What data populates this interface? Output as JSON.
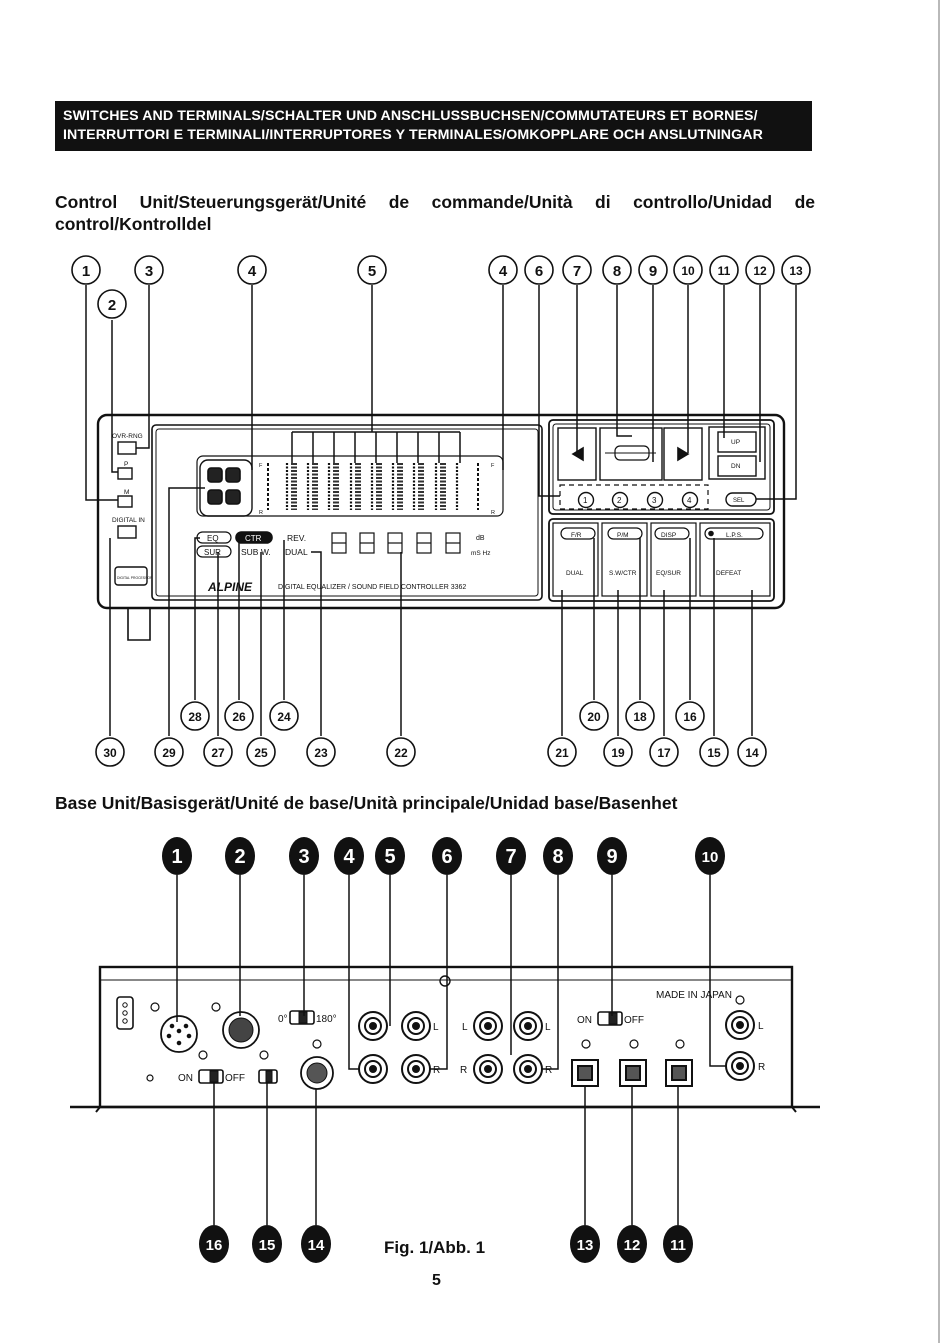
{
  "header": {
    "line1": "SWITCHES AND TERMINALS/SCHALTER UND ANSCHLUSSBUCHSEN/COMMUTATEURS ET BORNES/",
    "line2": "INTERRUTTORI E TERMINALI/INTERRUPTORES Y TERMINALES/OMKOPPLARE OCH ANSLUTNINGAR"
  },
  "control_unit": {
    "title": "Control Unit/Steuerungsgerät/Unité de commande/Unità di controllo/Unidad de control/Kontrolldel",
    "callouts": [
      "1",
      "2",
      "3",
      "4",
      "5",
      "4",
      "6",
      "7",
      "8",
      "9",
      "10",
      "11",
      "12",
      "13",
      "14",
      "15",
      "16",
      "17",
      "18",
      "19",
      "20",
      "21",
      "22",
      "23",
      "24",
      "25",
      "26",
      "27",
      "28",
      "29",
      "30"
    ],
    "labels": {
      "ovr_rng": "OVR-RNG",
      "p": "P",
      "m": "M",
      "digital_in": "DIGITAL IN",
      "digital_processor": "DIGITAL PROCESSOR",
      "eq": "EQ",
      "ctr": "CTR",
      "sur": "SUR",
      "sub_w": "SUB W.",
      "rev": "REV.",
      "dual": "DUAL",
      "db": "dB",
      "ms_hz": "mS Hz",
      "f": "F",
      "r": "R",
      "brand": "ALPINE",
      "model": "DIGITAL EQUALIZER / SOUND FIELD CONTROLLER 3362",
      "up": "UP",
      "dn": "DN",
      "sel": "SEL",
      "presets": [
        "1",
        "2",
        "3",
        "4"
      ],
      "fr": "F/R",
      "pm": "P/M",
      "disp": "DISP",
      "lps": "L.P.S.",
      "btn_dual": "DUAL",
      "btn_swctr": "S.W/CTR",
      "btn_eqsur": "EQ/SUR",
      "btn_defeat": "DEFEAT"
    }
  },
  "base_unit": {
    "title": "Base Unit/Basisgerät/Unité de base/Unità principale/Unidad base/Basenhet",
    "callouts": [
      "1",
      "2",
      "3",
      "4",
      "5",
      "6",
      "7",
      "8",
      "9",
      "10",
      "11",
      "12",
      "13",
      "14",
      "15",
      "16"
    ],
    "labels": {
      "made_in_japan": "MADE IN JAPAN",
      "deg0": "0°",
      "deg180": "180°",
      "on": "ON",
      "off": "OFF",
      "l": "L",
      "r": "R"
    }
  },
  "figure_caption": "Fig. 1/Abb. 1",
  "page_number": "5"
}
